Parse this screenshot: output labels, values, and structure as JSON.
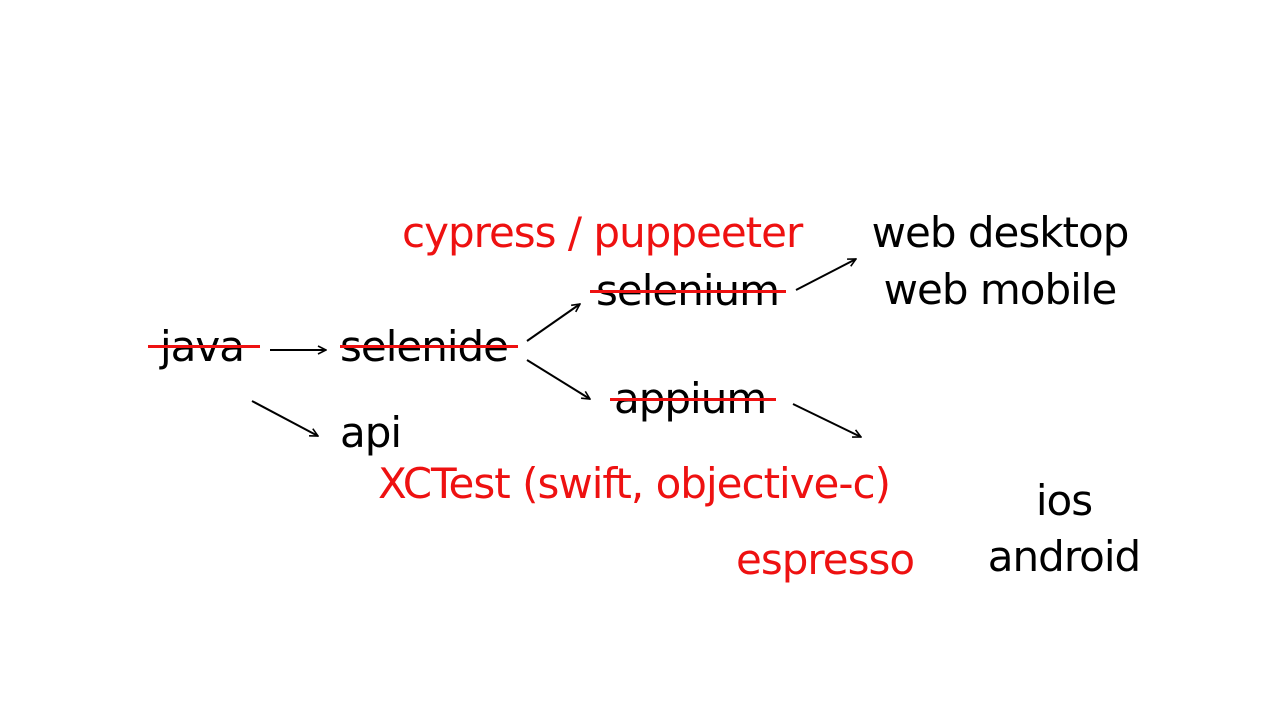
{
  "colors": {
    "text": "#000000",
    "alternative": "#ee1111",
    "strike": "#ee1111",
    "background": "#ffffff"
  },
  "labels": {
    "java": "java",
    "selenide": "selenide",
    "api": "api",
    "selenium": "selenium",
    "appium": "appium",
    "web_desktop": "web desktop",
    "web_mobile": "web mobile",
    "ios": "ios",
    "android": "android"
  },
  "alternatives": {
    "cypress_puppeteer": "cypress / puppeeter",
    "xctest": "XCTest (swift, objective-c)",
    "espresso": "espresso"
  },
  "crossed_out": [
    "java",
    "selenide",
    "selenium",
    "appium"
  ],
  "edges": [
    {
      "from": "java",
      "to": "selenide"
    },
    {
      "from": "java",
      "to": "api"
    },
    {
      "from": "selenide",
      "to": "selenium"
    },
    {
      "from": "selenide",
      "to": "appium"
    },
    {
      "from": "selenium",
      "to": "web"
    },
    {
      "from": "appium",
      "to": "mobile"
    }
  ]
}
